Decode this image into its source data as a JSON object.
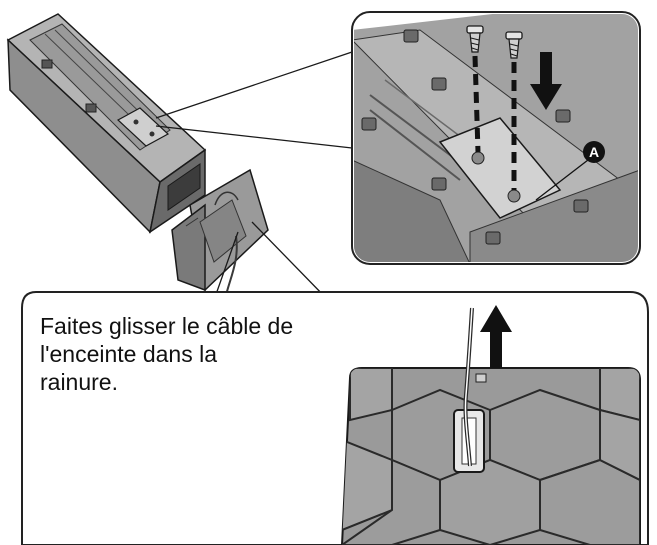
{
  "caption": {
    "line1": "Faites glisser le câble de",
    "line2": "l'enceinte dans la",
    "line3": "rainure."
  },
  "marker": {
    "label": "A"
  },
  "colors": {
    "outline": "#1a1a1a",
    "panel_border": "#222222",
    "speaker_light": "#a8a8a8",
    "speaker_mid": "#8a8a8a",
    "speaker_dark": "#5e5e5e",
    "plate": "#cfcfcf",
    "cable": "#3a3a3a",
    "arrow": "#111111"
  },
  "icons": {
    "screw": "screw-icon",
    "arrow_down": "arrow-down-icon",
    "arrow_up": "arrow-up-icon"
  }
}
